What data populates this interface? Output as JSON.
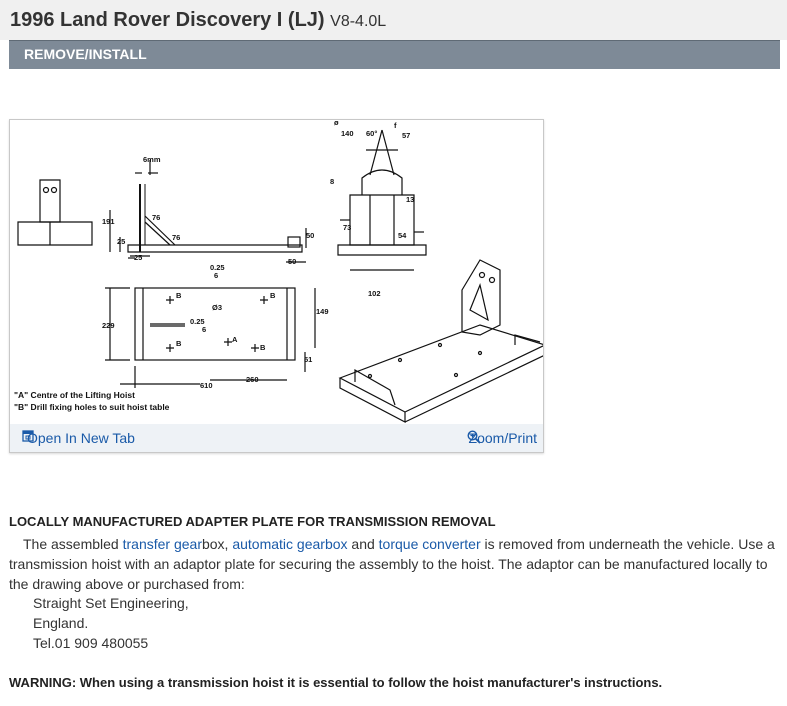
{
  "header": {
    "title": "1996 Land Rover Discovery I (LJ)",
    "subtitle": "V8-4.0L"
  },
  "section": {
    "label": "REMOVE/INSTALL"
  },
  "figure": {
    "open_new_tab_label": "Open In New Tab",
    "zoom_print_label": "Zoom/Print",
    "labels": {
      "dim_6mm": "6mm",
      "dim_191": "191",
      "dim_76a": "76",
      "dim_76b": "76",
      "dim_25a": "25",
      "dim_25b": "25",
      "dim_50a": "50",
      "dim_50b": "50",
      "dim_025": "0.25",
      "dim_6": "6",
      "dim_229": "229",
      "dim_B1": "B",
      "dim_B2": "B",
      "dim_B3": "B",
      "dim_B4": "B",
      "dim_A": "A",
      "dim_phi3": "Ø3",
      "dim_025b": "0.25",
      "dim_6b": "6",
      "dim_149": "149",
      "dim_51": "51",
      "dim_260": "260",
      "dim_610": "610",
      "dim_140": "140",
      "dim_60deg": "60°",
      "dim_57": "57",
      "dim_8": "8",
      "dim_13": "13",
      "dim_73": "73",
      "dim_54": "54",
      "dim_102": "102",
      "dim_phi": "ø",
      "dim_f": "f",
      "note_a": "\"A\" Centre of the Lifting Hoist",
      "note_b": "\"B\" Drill fixing holes to suit hoist table"
    }
  },
  "content": {
    "heading": "LOCALLY MANUFACTURED ADAPTER PLATE FOR TRANSMISSION REMOVAL",
    "para_1": "The assembled ",
    "link_transfer_gearbox_1": "transfer gear",
    "para_2": "box, ",
    "link_automatic_gearbox": "automatic gearbox",
    "para_3": " and ",
    "link_torque_converter": "torque converter",
    "para_4": " is removed from underneath the vehicle. Use a transmission hoist with an adaptor plate for securing the assembly to the hoist. The adaptor can be manufactured locally to the drawing above or purchased from:",
    "address": [
      "Straight Set Engineering,",
      "England.",
      "Tel.01 909 480055"
    ],
    "warning": "WARNING: When using a transmission hoist it is essential to follow the hoist manufacturer's instructions."
  },
  "colors": {
    "section_bar": "#7e8a97",
    "link": "#1a5aa8",
    "title_bar": "#f0f0f0"
  }
}
